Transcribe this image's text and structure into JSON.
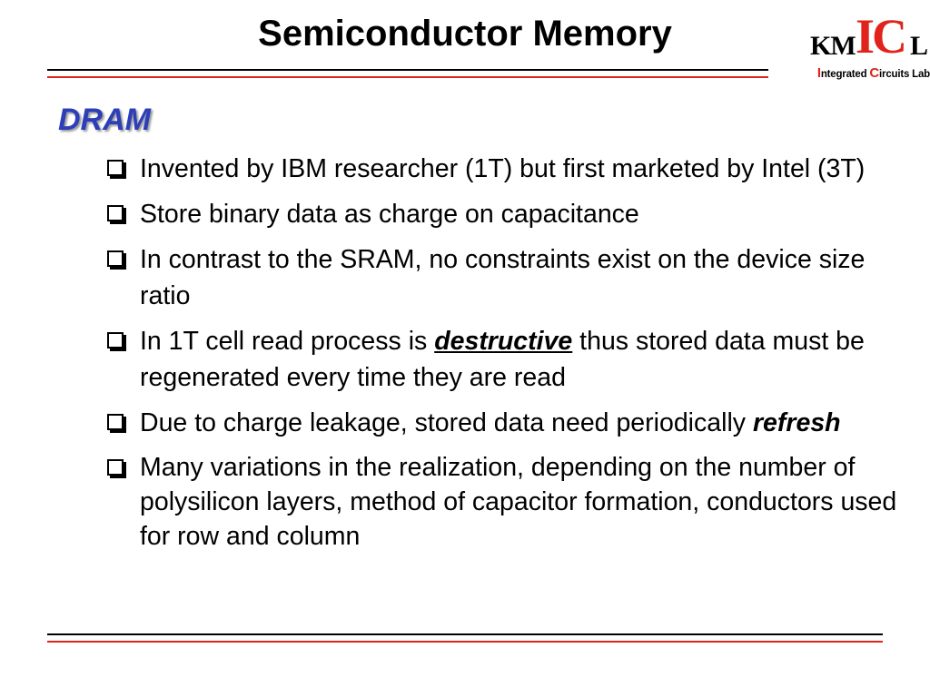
{
  "slide": {
    "title": "Semiconductor Memory",
    "logo": {
      "km": "KM",
      "ic": "IC",
      "l": "L",
      "sub_i": "I",
      "sub_ntegrated": "ntegrated ",
      "sub_c": "C",
      "sub_ircuits": "ircuits Lab"
    },
    "section_heading": "DRAM",
    "bullets": [
      {
        "text": "Invented by IBM researcher (1T) but first marketed by Intel (3T)"
      },
      {
        "text": "Store binary data as  charge on capacitance"
      },
      {
        "text": "In contrast to the SRAM, no constraints exist on the device size ratio"
      },
      {
        "pre": "In 1T cell read process is ",
        "emphasis": "destructive",
        "post": " thus stored data must be regenerated every time they are read"
      },
      {
        "pre": "Due to charge leakage, stored data need periodically ",
        "emphasis": "refresh"
      },
      {
        "text": "Many variations in the realization, depending on the number of polysilicon layers, method of capacitor formation, conductors used for row and column"
      }
    ],
    "colors": {
      "accent_red": "#e0241b",
      "heading_blue": "#2d3fb8",
      "rule_black": "#000000"
    },
    "icons": {
      "bullet": "hollow-square-bullet-icon"
    }
  }
}
